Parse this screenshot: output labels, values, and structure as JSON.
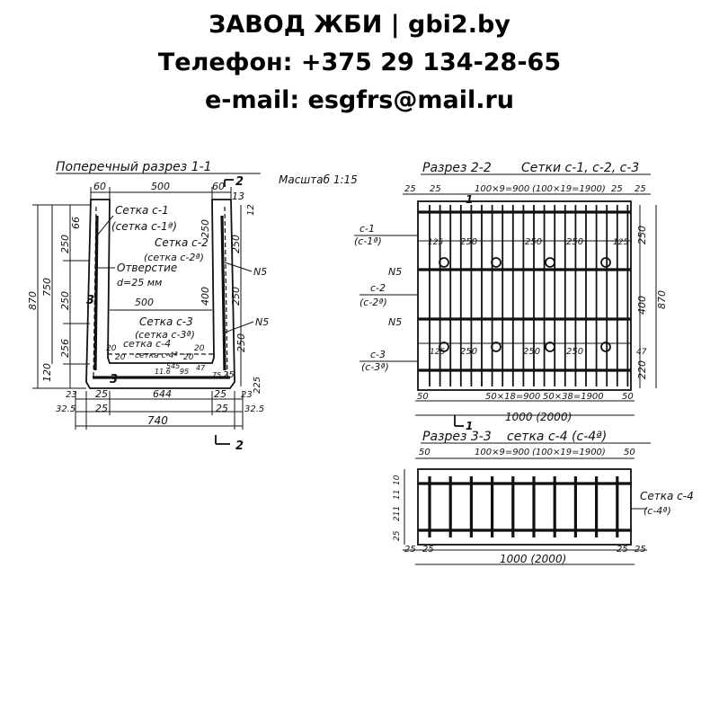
{
  "header": {
    "line1": "ЗАВОД ЖБИ | gbi2.by",
    "line2": "Телефон: +375 29 134-28-65",
    "line3": "e-mail: esgfrs@mail.ru"
  },
  "section11": {
    "title": "Поперечный разрез 1-1",
    "scale": "Масштаб 1:15",
    "mesh_c1": "Сетка с-1",
    "mesh_c1a": "(сетка с-1ª)",
    "mesh_c2": "Сетка с-2",
    "mesh_c2a": "(сетка с-2ª)",
    "hole": "Отверстие",
    "hole_d": "d=25 мм",
    "mesh_c3": "Сетка с-3",
    "mesh_c3a": "(сетка с-3ª)",
    "mesh_c4": "сетка с-4",
    "mesh_c4a": "сетка с-4ª",
    "n5a": "N5",
    "n5b": "N5",
    "cut2": "2",
    "cut2b": "2",
    "cut3": "3",
    "cut3b": "3",
    "dims": {
      "d60l": "60",
      "d500t": "500",
      "d60r": "60",
      "d13": "13",
      "d870": "870",
      "d750": "750",
      "d66": "66",
      "d250a": "250",
      "d250b": "250",
      "d256": "256",
      "d120": "120",
      "d250c": "250",
      "d12": "12",
      "d250r1": "250",
      "d250r2": "250",
      "d400": "400",
      "d250r3": "250",
      "d500m": "500",
      "d20a": "20",
      "d20b": "20",
      "d20c": "20",
      "d20d": "20",
      "d545": "545",
      "d75": "75",
      "d95": "95",
      "d47": "47",
      "d116": "11.6",
      "d25a": "25",
      "d644": "644",
      "d25b": "25",
      "d23a": "23",
      "d23b": "23",
      "d325a": "32.5",
      "d325b": "32.5",
      "d25c": "25",
      "d25d": "25",
      "d740": "740",
      "d25e": "25",
      "d225": "225"
    }
  },
  "section22": {
    "title": "Разрез 2-2",
    "subtitle": "Сетки с-1, с-2, с-3",
    "c1": "с-1",
    "c1a": "(с-1ª)",
    "n5a": "N5",
    "c2": "с-2",
    "c2a": "(с-2ª)",
    "n5b": "N5",
    "c3": "с-3",
    "c3a": "(с-3ª)",
    "cut1": "1",
    "cut1b": "1",
    "dims": {
      "top25a": "25",
      "top25b": "25",
      "top100x9": "100×9=900",
      "top100x19": "(100×19=1900)",
      "top25c": "25",
      "top25d": "25",
      "r250": "250",
      "r400": "400",
      "r220": "220",
      "r870": "870",
      "a125": "125",
      "a250a": "250",
      "a250b": "250",
      "a250c": "250",
      "a125b": "125",
      "b125": "125",
      "b250a": "250",
      "b250b": "250",
      "b250c": "250",
      "b47": "47",
      "bot50a": "50",
      "bot50x18": "50×18=900",
      "bot50x38": "50×38=1900",
      "bot50b": "50",
      "bot1000": "1000 (2000)"
    }
  },
  "section33": {
    "title": "Разрез 3-3",
    "subtitle": "сетка с-4 (с-4ª)",
    "mesh": "Сетка с-4",
    "mesh_a": "(с-4ª)",
    "dims": {
      "top50a": "50",
      "top100x9": "100×9=900",
      "top100x19": "(100×19=1900)",
      "top50b": "50",
      "l10": "10",
      "l11": "11",
      "l211": "211",
      "l25": "25",
      "b25a": "25",
      "b25b": "25",
      "b25c": "25",
      "b25d": "25",
      "b1000": "1000 (2000)"
    }
  }
}
